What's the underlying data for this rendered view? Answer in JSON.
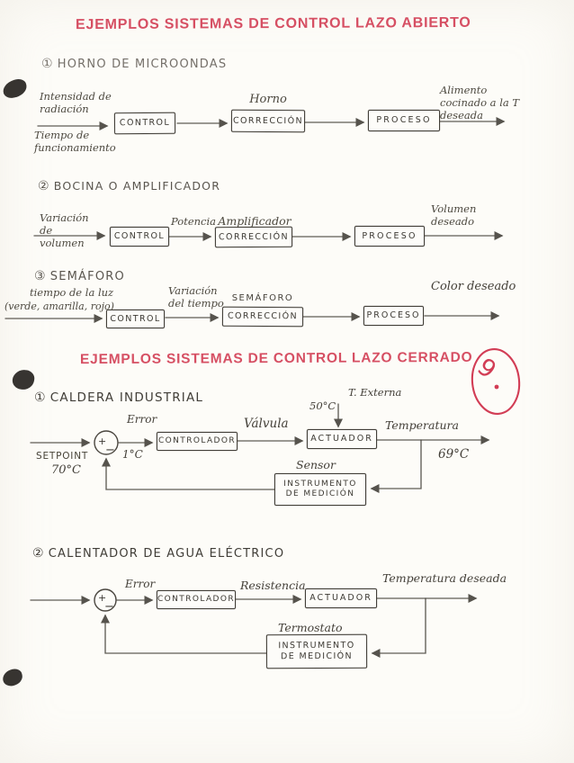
{
  "page": {
    "open_title": "EJEMPLOS SISTEMAS DE CONTROL LAZO ABIERTO",
    "closed_title": "EJEMPLOS SISTEMAS DE CONTROL LAZO CERRADO",
    "grade": "9",
    "colors": {
      "ink": "#45423d",
      "red": "#d64f63",
      "paper": "#fdfcf8"
    }
  },
  "open1": {
    "number": "①",
    "heading": "HORNO DE MICROONDAS",
    "input_top": "Intensidad de radiación",
    "input_bottom": "Tiempo de funcionamiento",
    "control": "CONTROL",
    "plant_name": "Horno",
    "correction": "CORRECCIÓN",
    "process": "PROCESO",
    "output": "Alimento cocinado a la T deseada"
  },
  "open2": {
    "number": "②",
    "heading": "BOCINA O AMPLIFICADOR",
    "input": "Variación de volumen",
    "control": "CONTROL",
    "signal": "Potencia",
    "plant_name": "Amplificador",
    "correction": "CORRECCIÓN",
    "process": "PROCESO",
    "output": "Volumen deseado"
  },
  "open3": {
    "number": "③",
    "heading": "SEMÁFORO",
    "input_line1": "tiempo de la luz",
    "input_line2": "(verde, amarilla, rojo)",
    "control": "CONTROL",
    "signal": "Variación del tiempo",
    "plant_name": "SEMÁFORO",
    "correction": "CORRECCIÓN",
    "process": "PROCESO",
    "output": "Color deseado"
  },
  "closed1": {
    "number": "①",
    "heading": "CALDERA INDUSTRIAL",
    "setpoint_line1": "SETPOINT",
    "setpoint_line2": "70°C",
    "plus": "+",
    "minus": "−",
    "error_label": "Error",
    "error_value": "1°C",
    "controller": "CONTROLADOR",
    "signal": "Válvula",
    "disturbance_value": "50°C",
    "disturbance_label": "T. Externa",
    "actuator": "ACTUADOR",
    "output_label": "Temperatura",
    "output_value": "69°C",
    "sensor_name": "Sensor",
    "sensor_line1": "INSTRUMENTO",
    "sensor_line2": "DE MEDICIÓN"
  },
  "closed2": {
    "number": "②",
    "heading": "CALENTADOR DE AGUA ELÉCTRICO",
    "plus": "+",
    "minus": "−",
    "error_label": "Error",
    "controller": "CONTROLADOR",
    "signal": "Resistencia",
    "actuator": "ACTUADOR",
    "output_label": "Temperatura deseada",
    "sensor_name": "Termostato",
    "sensor_line1": "INSTRUMENTO",
    "sensor_line2": "DE MEDICIÓN"
  }
}
